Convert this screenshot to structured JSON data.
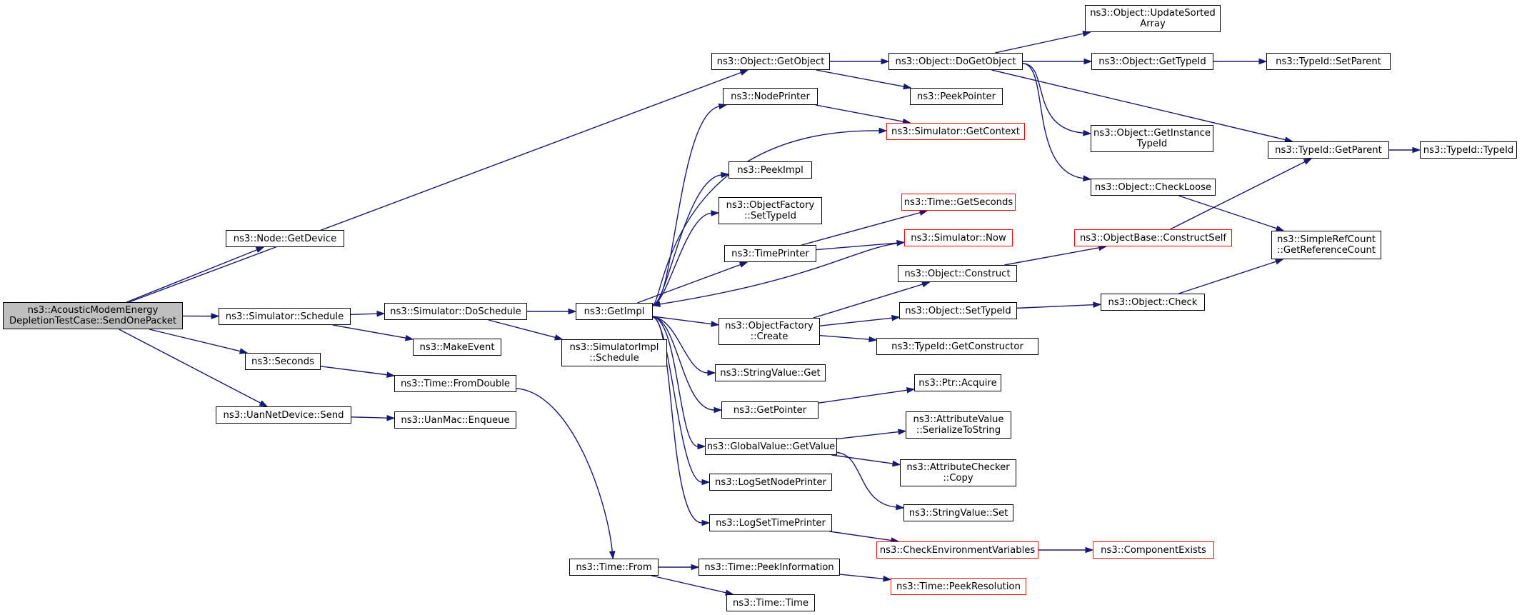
{
  "colors": {
    "edge": "#191970",
    "truncated_border": "#ff0000",
    "root_fill": "#bfbfbf"
  },
  "nodes": [
    {
      "id": "root",
      "lines": [
        "ns3::AcousticModemEnergy",
        "DepletionTestCase::SendOnePacket"
      ],
      "root": true
    },
    {
      "id": "node_getdevice",
      "lines": [
        "ns3::Node::GetDevice"
      ]
    },
    {
      "id": "object_getobject",
      "lines": [
        "ns3::Object::GetObject"
      ]
    },
    {
      "id": "simulator_schedule",
      "lines": [
        "ns3::Simulator::Schedule"
      ]
    },
    {
      "id": "seconds",
      "lines": [
        "ns3::Seconds"
      ]
    },
    {
      "id": "uannetdevice_send",
      "lines": [
        "ns3::UanNetDevice::Send"
      ]
    },
    {
      "id": "simulator_doschedule",
      "lines": [
        "ns3::Simulator::DoSchedule"
      ]
    },
    {
      "id": "makeevent",
      "lines": [
        "ns3::MakeEvent"
      ]
    },
    {
      "id": "time_fromdouble",
      "lines": [
        "ns3::Time::FromDouble"
      ]
    },
    {
      "id": "uanmac_enqueue",
      "lines": [
        "ns3::UanMac::Enqueue"
      ]
    },
    {
      "id": "getimpl",
      "lines": [
        "ns3::GetImpl"
      ]
    },
    {
      "id": "simulatorimpl_schedule",
      "lines": [
        "ns3::SimulatorImpl",
        "::Schedule"
      ]
    },
    {
      "id": "time_from",
      "lines": [
        "ns3::Time::From"
      ]
    },
    {
      "id": "object_dogetobject",
      "lines": [
        "ns3::Object::DoGetObject"
      ]
    },
    {
      "id": "nodeprinter",
      "lines": [
        "ns3::NodePrinter"
      ]
    },
    {
      "id": "peekimpl",
      "lines": [
        "ns3::PeekImpl"
      ]
    },
    {
      "id": "objectfactory_settypeid",
      "lines": [
        "ns3::ObjectFactory",
        "::SetTypeId"
      ]
    },
    {
      "id": "timeprinter",
      "lines": [
        "ns3::TimePrinter"
      ]
    },
    {
      "id": "objectfactory_create",
      "lines": [
        "ns3::ObjectFactory",
        "::Create"
      ]
    },
    {
      "id": "stringvalue_get",
      "lines": [
        "ns3::StringValue::Get"
      ]
    },
    {
      "id": "getpointer",
      "lines": [
        "ns3::GetPointer"
      ]
    },
    {
      "id": "globalvalue_getvalue",
      "lines": [
        "ns3::GlobalValue::GetValue"
      ]
    },
    {
      "id": "logsetnodeprinter",
      "lines": [
        "ns3::LogSetNodePrinter"
      ]
    },
    {
      "id": "logsettimeprinter",
      "lines": [
        "ns3::LogSetTimePrinter"
      ]
    },
    {
      "id": "time_peekinformation",
      "lines": [
        "ns3::Time::PeekInformation"
      ]
    },
    {
      "id": "time_time",
      "lines": [
        "ns3::Time::Time"
      ]
    },
    {
      "id": "peekpointer",
      "lines": [
        "ns3::PeekPointer"
      ]
    },
    {
      "id": "simulator_getcontext",
      "lines": [
        "ns3::Simulator::GetContext"
      ],
      "truncated": true
    },
    {
      "id": "time_getseconds",
      "lines": [
        "ns3::Time::GetSeconds"
      ],
      "truncated": true
    },
    {
      "id": "simulator_now",
      "lines": [
        "ns3::Simulator::Now"
      ],
      "truncated": true
    },
    {
      "id": "object_construct",
      "lines": [
        "ns3::Object::Construct"
      ]
    },
    {
      "id": "object_settypeid",
      "lines": [
        "ns3::Object::SetTypeId"
      ]
    },
    {
      "id": "typeid_getconstructor",
      "lines": [
        "ns3::TypeId::GetConstructor"
      ]
    },
    {
      "id": "ptr_acquire",
      "lines": [
        "ns3::Ptr::Acquire"
      ]
    },
    {
      "id": "attributevalue_serializetostring",
      "lines": [
        "ns3::AttributeValue",
        "::SerializeToString"
      ]
    },
    {
      "id": "attributechecker_copy",
      "lines": [
        "ns3::AttributeChecker",
        "::Copy"
      ]
    },
    {
      "id": "stringvalue_set",
      "lines": [
        "ns3::StringValue::Set"
      ]
    },
    {
      "id": "checkenvironmentvariables",
      "lines": [
        "ns3::CheckEnvironmentVariables"
      ],
      "truncated": true
    },
    {
      "id": "time_peekresolution",
      "lines": [
        "ns3::Time::PeekResolution"
      ],
      "truncated": true
    },
    {
      "id": "object_updatesortedarray",
      "lines": [
        "ns3::Object::UpdateSorted",
        "Array"
      ]
    },
    {
      "id": "object_gettypeid",
      "lines": [
        "ns3::Object::GetTypeId"
      ]
    },
    {
      "id": "object_getinstancetypeid",
      "lines": [
        "ns3::Object::GetInstance",
        "TypeId"
      ]
    },
    {
      "id": "object_checkloose",
      "lines": [
        "ns3::Object::CheckLoose"
      ]
    },
    {
      "id": "objectbase_constructself",
      "lines": [
        "ns3::ObjectBase::ConstructSelf"
      ],
      "truncated": true
    },
    {
      "id": "object_check",
      "lines": [
        "ns3::Object::Check"
      ]
    },
    {
      "id": "componentexists",
      "lines": [
        "ns3::ComponentExists"
      ],
      "truncated": true
    },
    {
      "id": "typeid_setparent",
      "lines": [
        "ns3::TypeId::SetParent"
      ]
    },
    {
      "id": "typeid_getparent",
      "lines": [
        "ns3::TypeId::GetParent"
      ]
    },
    {
      "id": "simplerefcount_getreferencecount",
      "lines": [
        "ns3::SimpleRefCount",
        "::GetReferenceCount"
      ]
    },
    {
      "id": "typeid_typeid",
      "lines": [
        "ns3::TypeId::TypeId"
      ]
    }
  ],
  "edges": [
    [
      "root",
      "node_getdevice"
    ],
    [
      "root",
      "object_getobject"
    ],
    [
      "root",
      "simulator_schedule"
    ],
    [
      "root",
      "seconds"
    ],
    [
      "root",
      "uannetdevice_send"
    ],
    [
      "simulator_schedule",
      "simulator_doschedule"
    ],
    [
      "simulator_schedule",
      "makeevent"
    ],
    [
      "seconds",
      "time_fromdouble"
    ],
    [
      "uannetdevice_send",
      "uanmac_enqueue"
    ],
    [
      "simulator_doschedule",
      "getimpl"
    ],
    [
      "simulator_doschedule",
      "simulatorimpl_schedule"
    ],
    [
      "time_fromdouble",
      "time_from"
    ],
    [
      "object_getobject",
      "object_dogetobject"
    ],
    [
      "object_getobject",
      "peekpointer"
    ],
    [
      "getimpl",
      "nodeprinter"
    ],
    [
      "getimpl",
      "simulator_getcontext"
    ],
    [
      "getimpl",
      "peekimpl"
    ],
    [
      "getimpl",
      "objectfactory_settypeid"
    ],
    [
      "getimpl",
      "timeprinter"
    ],
    [
      "getimpl",
      "objectfactory_create"
    ],
    [
      "getimpl",
      "stringvalue_get"
    ],
    [
      "getimpl",
      "getpointer"
    ],
    [
      "getimpl",
      "globalvalue_getvalue"
    ],
    [
      "getimpl",
      "logsetnodeprinter"
    ],
    [
      "getimpl",
      "logsettimeprinter"
    ],
    [
      "nodeprinter",
      "simulator_getcontext"
    ],
    [
      "timeprinter",
      "time_getseconds"
    ],
    [
      "timeprinter",
      "simulator_now"
    ],
    [
      "simulator_now",
      "getimpl"
    ],
    [
      "objectfactory_create",
      "object_construct"
    ],
    [
      "objectfactory_create",
      "object_settypeid"
    ],
    [
      "objectfactory_create",
      "typeid_getconstructor"
    ],
    [
      "getpointer",
      "ptr_acquire"
    ],
    [
      "globalvalue_getvalue",
      "attributevalue_serializetostring"
    ],
    [
      "globalvalue_getvalue",
      "attributechecker_copy"
    ],
    [
      "globalvalue_getvalue",
      "stringvalue_set"
    ],
    [
      "logsettimeprinter",
      "checkenvironmentvariables"
    ],
    [
      "checkenvironmentvariables",
      "componentexists"
    ],
    [
      "time_from",
      "time_peekinformation"
    ],
    [
      "time_from",
      "time_time"
    ],
    [
      "time_peekinformation",
      "time_peekresolution"
    ],
    [
      "object_dogetobject",
      "object_updatesortedarray"
    ],
    [
      "object_dogetobject",
      "object_gettypeid"
    ],
    [
      "object_dogetobject",
      "object_getinstancetypeid"
    ],
    [
      "object_dogetobject",
      "object_checkloose"
    ],
    [
      "object_dogetobject",
      "typeid_getparent"
    ],
    [
      "object_gettypeid",
      "typeid_setparent"
    ],
    [
      "object_construct",
      "objectbase_constructself"
    ],
    [
      "objectbase_constructself",
      "typeid_getparent"
    ],
    [
      "object_settypeid",
      "object_check"
    ],
    [
      "object_check",
      "simplerefcount_getreferencecount"
    ],
    [
      "object_checkloose",
      "simplerefcount_getreferencecount"
    ],
    [
      "typeid_getparent",
      "typeid_typeid"
    ]
  ]
}
